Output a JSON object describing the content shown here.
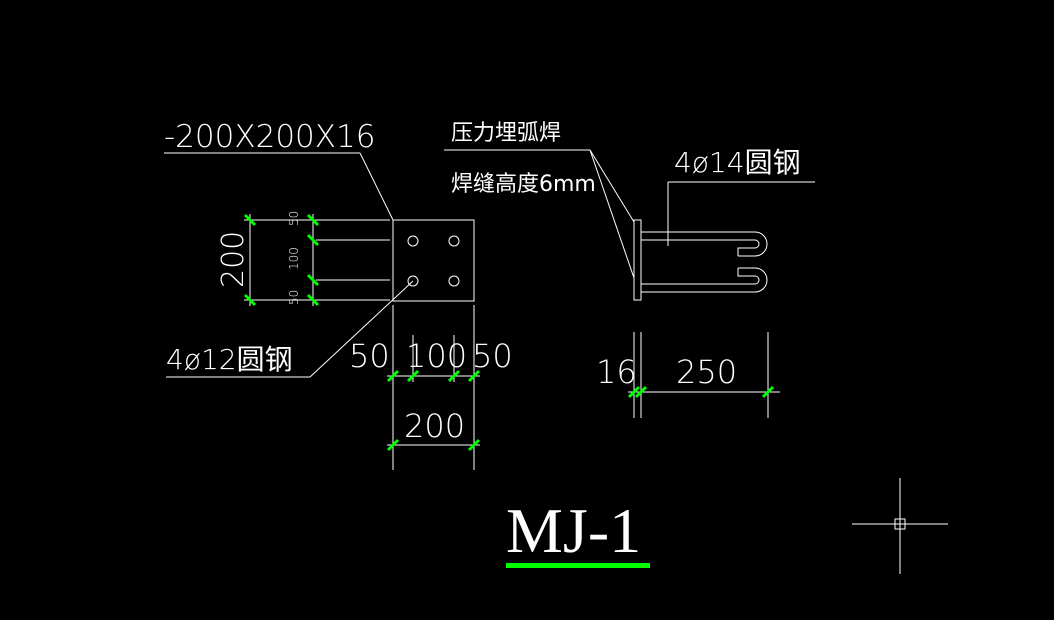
{
  "drawing": {
    "plate_spec": "-200X200X16",
    "weld_method": "压力埋弧焊",
    "weld_height": "焊缝高度6mm",
    "bar_right": "4ø14圆钢",
    "bar_left": "4ø12圆钢",
    "title": "MJ-1",
    "colors": {
      "background": "#000000",
      "line": "#ffffff",
      "tick": "#00ff00",
      "title_underline": "#00ff00"
    }
  },
  "dims": {
    "left_height": "200",
    "left_top": "50",
    "left_mid": "100",
    "left_bot": "50",
    "bottom_a": "50",
    "bottom_b": "100",
    "bottom_c": "50",
    "bottom_total": "200",
    "right_thick": "16",
    "right_length": "250"
  },
  "ui": {
    "crosshair": "crosshair-cursor"
  }
}
